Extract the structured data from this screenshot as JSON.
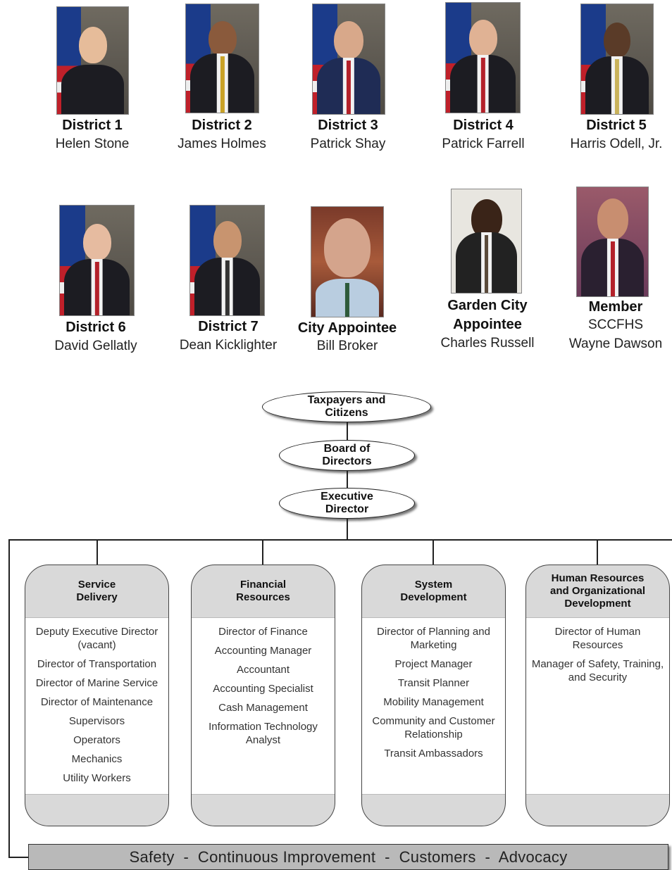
{
  "board": [
    {
      "title": "District 1",
      "name": "Helen Stone"
    },
    {
      "title": "District 2",
      "name": "James Holmes"
    },
    {
      "title": "District 3",
      "name": "Patrick Shay"
    },
    {
      "title": "District 4",
      "name": "Patrick Farrell"
    },
    {
      "title": "District 5",
      "name": "Harris Odell, Jr."
    },
    {
      "title": "District 6",
      "name": "David Gellatly"
    },
    {
      "title": "District 7",
      "name": "Dean Kicklighter"
    },
    {
      "title": "City Appointee",
      "name": "Bill Broker"
    },
    {
      "title_line1": "Garden City",
      "title_line2": "Appointee",
      "name": "Charles Russell"
    },
    {
      "title": "Member",
      "org": "SCCFHS",
      "name": "Wayne Dawson"
    }
  ],
  "chart": {
    "top": {
      "line1": "Taxpayers and",
      "line2": "Citizens"
    },
    "board": {
      "line1": "Board of",
      "line2": "Directors"
    },
    "exec": {
      "line1": "Executive",
      "line2": "Director"
    }
  },
  "departments": [
    {
      "title_line1": "Service",
      "title_line2": "Delivery",
      "items": [
        "Deputy Executive Director (vacant)",
        "Director of Transportation",
        "Director of Marine Service",
        "Director of Maintenance",
        "Supervisors",
        "Operators",
        "Mechanics",
        "Utility Workers"
      ]
    },
    {
      "title_line1": "Financial",
      "title_line2": "Resources",
      "items": [
        "Director of Finance",
        "Accounting Manager",
        "Accountant",
        "Accounting Specialist",
        "Cash Management",
        "Information Technology Analyst"
      ]
    },
    {
      "title_line1": "System",
      "title_line2": "Development",
      "items": [
        "Director of Planning and Marketing",
        "Project Manager",
        "Transit Planner",
        "Mobility Management",
        "Community and Customer Relationship",
        "Transit Ambassadors"
      ]
    },
    {
      "title_line1": "Human Resources",
      "title_line2": "and Organizational",
      "title_line3": "Development",
      "items": [
        "Director of Human Resources",
        "Manager of Safety, Training, and Security"
      ]
    }
  ],
  "values_bar": "Safety  -  Continuous Improvement  -  Customers  -  Advocacy"
}
